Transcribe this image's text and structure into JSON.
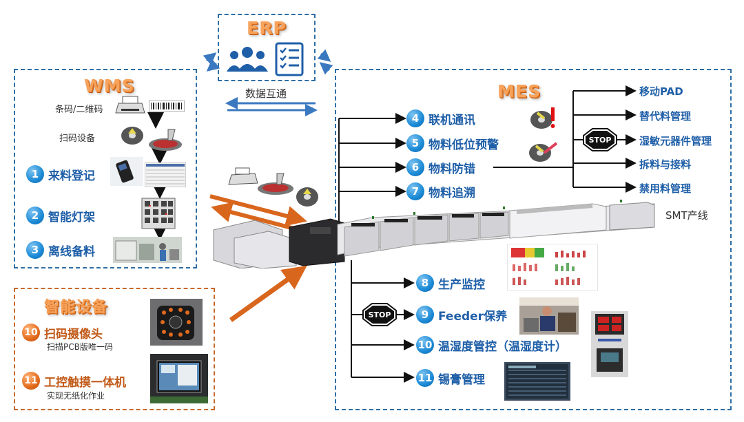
{
  "erp": {
    "title": "ERP",
    "exchange_label": "数据互通"
  },
  "wms": {
    "title": "WMS",
    "barcode_label": "条码/二维码",
    "scanner_label": "扫码设备",
    "items": [
      {
        "num": "1",
        "label": "来料登记"
      },
      {
        "num": "2",
        "label": "智能灯架"
      },
      {
        "num": "3",
        "label": "离线备料"
      }
    ]
  },
  "smart_devices": {
    "title": "智能设备",
    "items": [
      {
        "num": "10",
        "label": "扫码摄像头",
        "sub": "扫描PCB版唯一码"
      },
      {
        "num": "11",
        "label": "工控触摸一体机",
        "sub": "实现无纸化作业"
      }
    ]
  },
  "mes": {
    "title": "MES",
    "top_items": [
      {
        "num": "4",
        "label": "联机通讯"
      },
      {
        "num": "5",
        "label": "物料低位预警"
      },
      {
        "num": "6",
        "label": "物料防错"
      },
      {
        "num": "7",
        "label": "物料追溯"
      }
    ],
    "right_items": [
      "移动PAD",
      "替代料管理",
      "湿敏元器件管理",
      "拆料与接料",
      "禁用料管理"
    ],
    "bottom_items": [
      {
        "num": "8",
        "label": "生产监控"
      },
      {
        "num": "9",
        "label": "Feeder保养"
      },
      {
        "num": "10",
        "label": "温湿度管控（温湿度计）"
      },
      {
        "num": "11",
        "label": "锡膏管理"
      }
    ],
    "line_label": "SMT产线",
    "stop_sign": "STOP"
  }
}
